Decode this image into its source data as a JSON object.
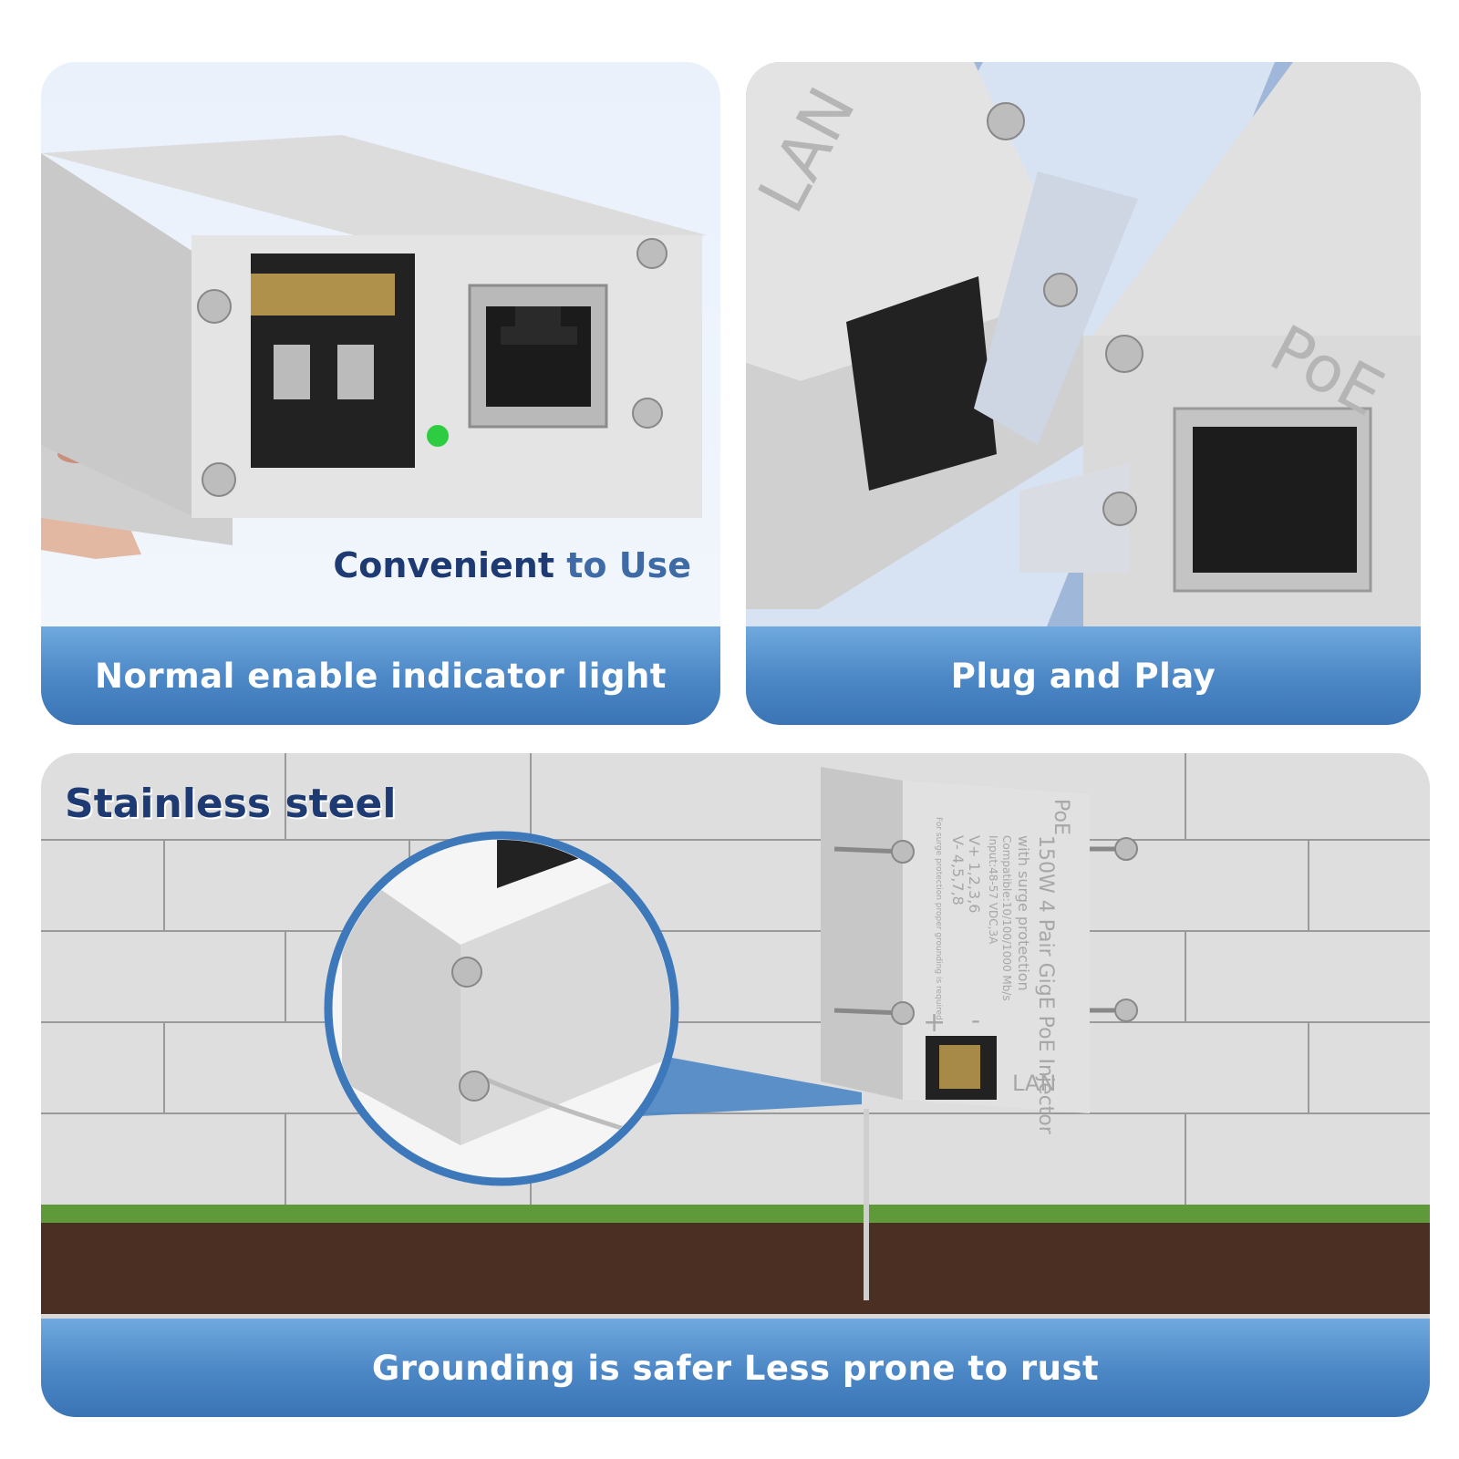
{
  "panel_top_left": {
    "caption_part1": "Convenient",
    "caption_part2": "to Use",
    "banner": "Normal enable indicator light"
  },
  "panel_top_right": {
    "banner": "Plug and Play",
    "device_text_left": "LAN",
    "device_text_right": "PoE"
  },
  "panel_bottom": {
    "caption": "Stainless steel",
    "banner": "Grounding is safer Less prone to rust",
    "device_label": {
      "logo": "PoE",
      "title": "150W 4 Pair GigE PoE Injector",
      "subtitle": "with surge protection",
      "compatible": "Compatible:10/100/1000 Mb/s",
      "input": "Input:48-57 VDC,3A",
      "v_plus": "V+ 1,2,3,6",
      "v_minus": "V- 4,5,7,8",
      "note": "For surge protection proper grounding is required",
      "lan": "LAN",
      "plus": "+",
      "minus": "-"
    }
  },
  "colors": {
    "banner": "#4b86c5",
    "caption_dark": "#1d3a72",
    "caption_mid": "#3e6aa6",
    "indicator": "#2ecc40"
  }
}
